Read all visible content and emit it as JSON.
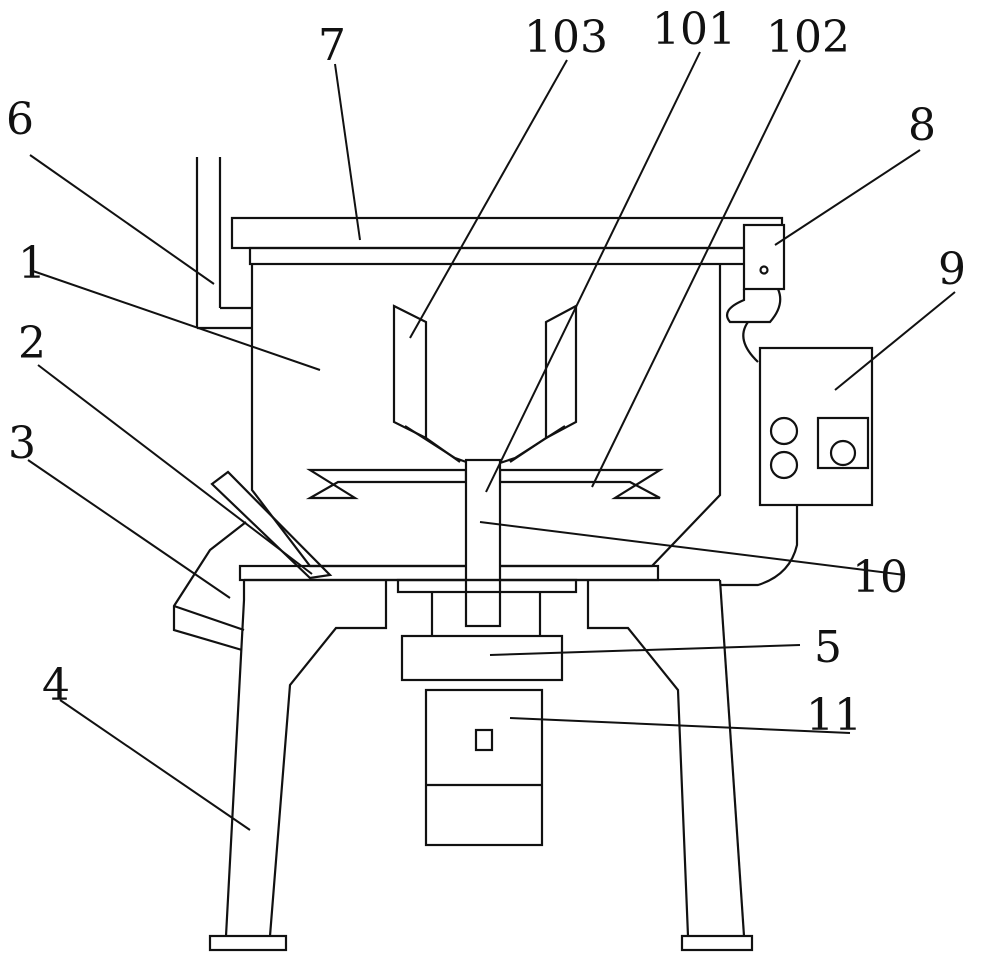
{
  "labels": {
    "l1": "1",
    "l2": "2",
    "l3": "3",
    "l4": "4",
    "l5": "5",
    "l6": "6",
    "l7": "7",
    "l8": "8",
    "l9": "9",
    "l10": "10",
    "l11": "11",
    "l101": "101",
    "l102": "102",
    "l103": "103"
  }
}
